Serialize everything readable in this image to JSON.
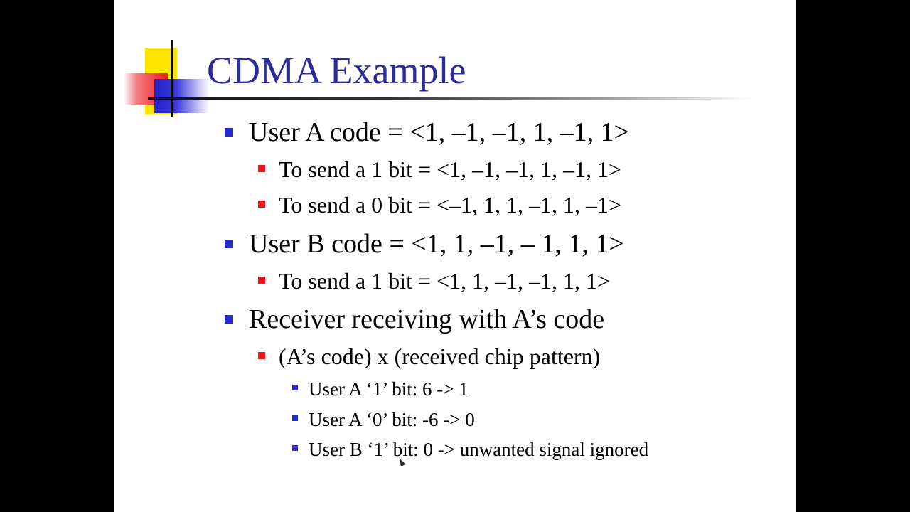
{
  "slide": {
    "title": "CDMA Example",
    "bullets": [
      {
        "level": 1,
        "text": "User A code = <1, –1, –1, 1, –1, 1>"
      },
      {
        "level": 2,
        "text": "To send a 1 bit = <1, –1, –1, 1, –1, 1>"
      },
      {
        "level": 2,
        "text": "To send a 0 bit = <–1, 1, 1, –1, 1, –1>"
      },
      {
        "level": 1,
        "text": "User B code = <1, 1, –1, – 1, 1, 1>"
      },
      {
        "level": 2,
        "text": "To send a 1 bit = <1, 1, –1, –1, 1, 1>"
      },
      {
        "level": 1,
        "text": "Receiver receiving with A’s code"
      },
      {
        "level": 2,
        "text": "(A’s code) x (received chip pattern)"
      },
      {
        "level": 3,
        "text": "User A ‘1’ bit: 6 -> 1"
      },
      {
        "level": 3,
        "text": "User A ‘0’ bit: -6 -> 0"
      },
      {
        "level": 3,
        "text": "User B ‘1’ bit: 0 -> unwanted signal ignored"
      }
    ]
  },
  "colors": {
    "title": "#2b2b9c",
    "bullet_level1": "#2a2ac8",
    "bullet_level2": "#e8141c",
    "bullet_level3": "#2a2ac8",
    "background": "#ffffff",
    "letterbox": "#000000"
  },
  "icons": {
    "logo": "color-blocks-logo-icon",
    "cursor": "mouse-pointer-icon"
  }
}
